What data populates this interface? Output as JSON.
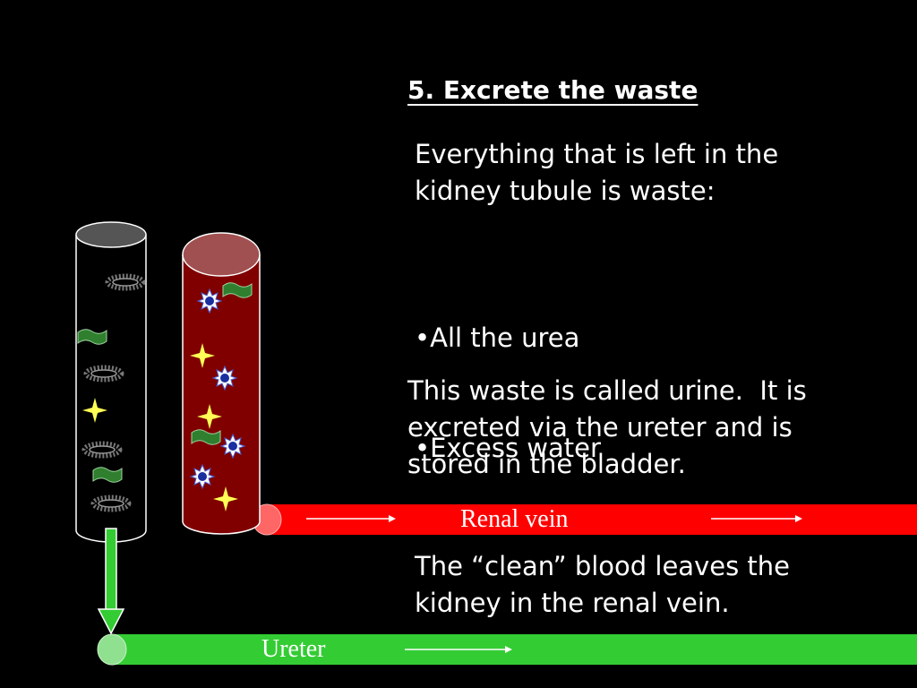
{
  "title": "5. Excrete the waste",
  "intro": "Everything that is left in the\nkidney tubule is waste:",
  "bullets": [
    "•All the urea",
    "•Excess water"
  ],
  "urine_text": "This waste is called urine.  It is\nexcreted via the ureter and is\nstored in the bladder.",
  "clean_text": "The “clean” blood leaves the\nkidney in the renal vein.",
  "renal_vein_label": "Renal vein",
  "ureter_label": "Ureter",
  "colors": {
    "background": "#000000",
    "renal_vein": "#ff0000",
    "ureter": "#33cc33",
    "blood_vessel": "#800000",
    "tubule_cap": "#555555",
    "glucose": "#2f7f2f",
    "star": "#ffff55",
    "blood_cell": "#1a2fa0"
  }
}
